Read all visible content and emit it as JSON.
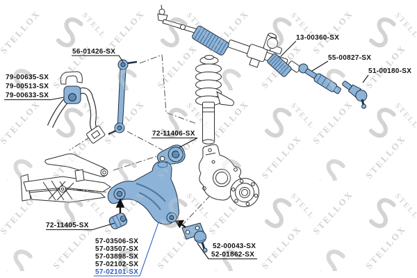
{
  "watermark": {
    "brand": "STELLOX"
  },
  "colors": {
    "part_fill": "#8db4d8",
    "part_shade": "#5f8cb5",
    "highlight": "#2a5ec6",
    "watermark_gray": "#d3d3d3"
  },
  "labels": {
    "steering_rack_boot": "13-00360-SX",
    "inner_tie_rod": "55-00827-SX",
    "tie_rod_end": "51-00180-SX",
    "stabilizer_link": "56-01426-SX",
    "stabilizer_bar_bushings": [
      "79-00635-SX",
      "79-00513-SX",
      "79-00633-SX"
    ],
    "control_arm_rear_bushing": "72-11406-SX",
    "control_arm_front_bushing": "72-11405-SX",
    "control_arm_variants": [
      "57-03506-SX",
      "57-03507-SX",
      "57-03898-SX",
      "57-02102-SX",
      "57-02101-SX"
    ],
    "highlighted_part": "57-02101-SX",
    "ball_joint_variants": [
      "52-00043-SX",
      "52-01862-SX"
    ]
  }
}
